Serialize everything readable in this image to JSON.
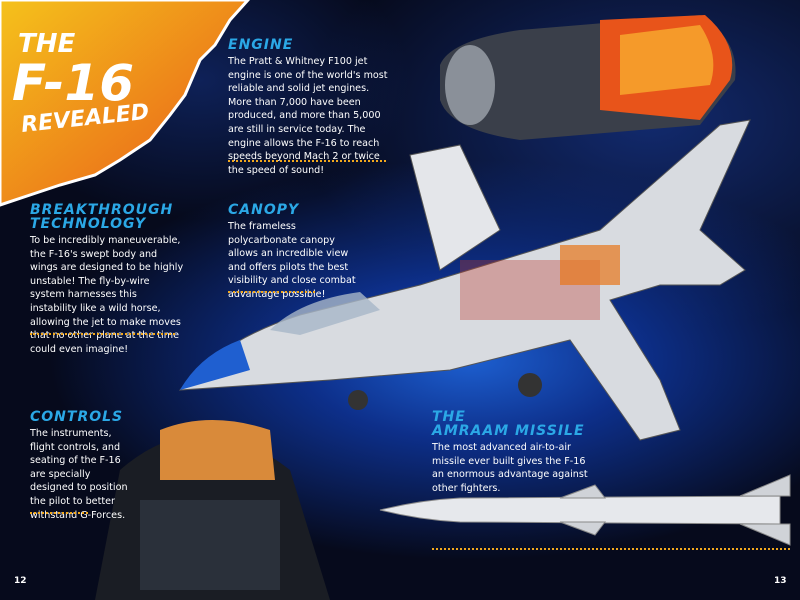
{
  "title": {
    "line1": "THE",
    "line2": "F-16",
    "line3": "REVEALED"
  },
  "sections": {
    "engine": {
      "heading": "Engine",
      "body": "The Pratt & Whitney F100 jet engine is one of the world's most reliable and solid jet engines. More than 7,000 have been produced, and more than 5,000 are still in service today. The engine allows the F-16 to reach speeds beyond Mach 2 or twice the speed of sound!"
    },
    "breakthrough": {
      "heading1": "Breakthrough",
      "heading2": "Technology",
      "body": "To be incredibly maneuverable, the F-16's swept body and wings are designed to be highly unstable! The fly-by-wire system harnesses this instability like a wild horse, allowing the jet to make moves that no other plane at the time could even imagine!"
    },
    "canopy": {
      "heading": "Canopy",
      "body": "The frameless polycarbonate canopy allows an incredible view and offers pilots the best visibility and close combat advantage possible!"
    },
    "controls": {
      "heading": "Controls",
      "body": "The instruments, flight controls, and seating of the F-16 are specially designed to position the pilot to better withstand G-Forces."
    },
    "amraam": {
      "heading1": "The",
      "heading2": "AMRAAM Missile",
      "body": "The most advanced air-to-air missile ever built gives the F-16 an enormous advantage against other fighters."
    }
  },
  "page_numbers": {
    "left": "12",
    "right": "13"
  },
  "colors": {
    "heading": "#2ba8e6",
    "dots": "#f2a81d",
    "title_bg": "#f07a10"
  }
}
